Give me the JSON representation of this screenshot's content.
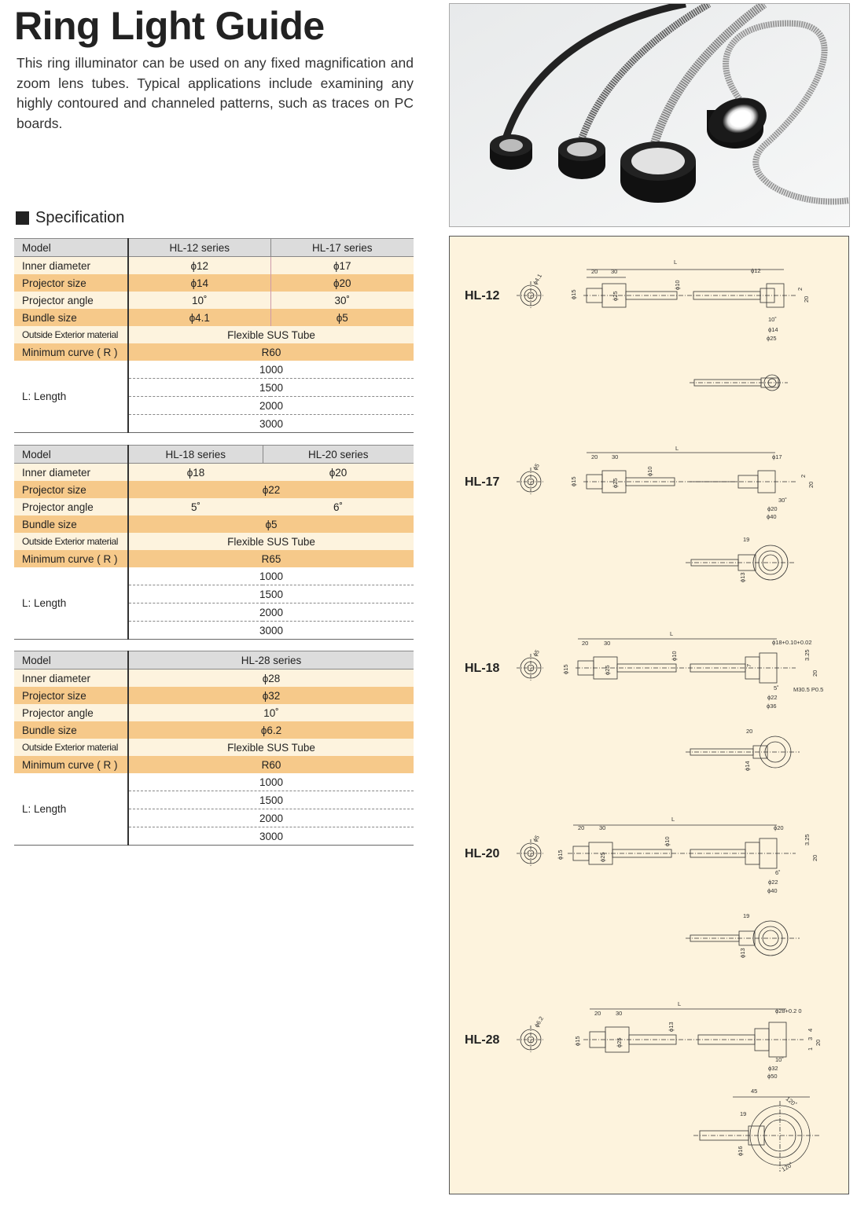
{
  "header": {
    "title": "Ring Light Guide",
    "intro": "This ring illuminator can be used on any fixed magnification and zoom lens tubes. Typical applications include examining any highly contoured and channeled patterns, such as traces on PC boards."
  },
  "spec_heading": "Specification",
  "labels": {
    "model": "Model",
    "inner_diameter": "Inner diameter",
    "projector_size": "Projector size",
    "projector_angle": "Projector angle",
    "bundle_size": "Bundle size",
    "outside_material": "Outside Exterior material",
    "min_curve": "Minimum curve ( R )",
    "length": "L: Length"
  },
  "table1": {
    "models": [
      "HL-12 series",
      "HL-17 series"
    ],
    "inner_diameter": [
      "ϕ12",
      "ϕ17"
    ],
    "projector_size": [
      "ϕ14",
      "ϕ20"
    ],
    "projector_angle": [
      "10˚",
      "30˚"
    ],
    "bundle_size": [
      "ϕ4.1",
      "ϕ5"
    ],
    "outside_material": "Flexible SUS Tube",
    "min_curve": "R60",
    "lengths": [
      "1000",
      "1500",
      "2000",
      "3000"
    ]
  },
  "table2": {
    "models": [
      "HL-18 series",
      "HL-20 series"
    ],
    "inner_diameter": [
      "ϕ18",
      "ϕ20"
    ],
    "projector_size": "ϕ22",
    "projector_angle": [
      "5˚",
      "6˚"
    ],
    "bundle_size": "ϕ5",
    "outside_material": "Flexible SUS Tube",
    "min_curve": "R65",
    "lengths": [
      "1000",
      "1500",
      "2000",
      "3000"
    ]
  },
  "table3": {
    "models": [
      "HL-28 series"
    ],
    "inner_diameter": "ϕ28",
    "projector_size": "ϕ32",
    "projector_angle": "10˚",
    "bundle_size": "ϕ6.2",
    "outside_material": "Flexible SUS Tube",
    "min_curve": "R60",
    "lengths": [
      "1000",
      "1500",
      "2000",
      "3000"
    ]
  },
  "drawings": [
    {
      "model": "HL-12",
      "end_dia": "ϕ4.1",
      "d1": "20",
      "d2": "30",
      "L": "L",
      "ring_inner": "ϕ12",
      "d15": "ϕ15",
      "d25": "ϕ25",
      "tube": "ϕ10",
      "h1": "2",
      "h2": "20",
      "angle": "10˚",
      "p": "ϕ14",
      "outer": "ϕ25"
    },
    {
      "model": "HL-17",
      "end_dia": "ϕ5",
      "d1": "20",
      "d2": "30",
      "L": "L",
      "ring_inner": "ϕ17",
      "d15": "ϕ15",
      "d25": "ϕ25",
      "tube": "ϕ10",
      "h1": "2",
      "h2": "20",
      "angle": "30˚",
      "p": "ϕ20",
      "outer": "ϕ40",
      "side_w": "19",
      "side_d": "ϕ13"
    },
    {
      "model": "HL-18",
      "end_dia": "ϕ5",
      "d1": "20",
      "d2": "30",
      "L": "L",
      "ring_inner": "ϕ18+0.10+0.02",
      "d15": "ϕ15",
      "d25": "ϕ25",
      "tube": "ϕ10",
      "h1": "3.25",
      "h2": "20",
      "angle": "5˚",
      "p": "ϕ22",
      "outer": "ϕ36",
      "thread": "M30.5 P0.5",
      "side_w": "20",
      "side_d": "ϕ14",
      "v7": "7"
    },
    {
      "model": "HL-20",
      "end_dia": "ϕ5",
      "d1": "20",
      "d2": "30",
      "L": "L",
      "ring_inner": "ϕ20",
      "d15": "ϕ15",
      "d25": "ϕ25",
      "tube": "ϕ10",
      "h1": "3.25",
      "h2": "20",
      "angle": "6˚",
      "p": "ϕ22",
      "outer": "ϕ40",
      "side_w": "19",
      "side_d": "ϕ13"
    },
    {
      "model": "HL-28",
      "end_dia": "ϕ6.2",
      "d1": "20",
      "d2": "30",
      "L": "L",
      "ring_inner": "ϕ28+0.2 0",
      "d15": "ϕ15",
      "d25": "ϕ25",
      "tube": "ϕ13",
      "h1": "4",
      "h2": "20",
      "angle": "10˚",
      "p": "ϕ32",
      "outer": "ϕ50",
      "side_w": "45",
      "side_w2": "19",
      "side_d": "ϕ16",
      "a120": "120˚",
      "a120b": "120˚",
      "v3": "3",
      "v1": "1"
    }
  ]
}
